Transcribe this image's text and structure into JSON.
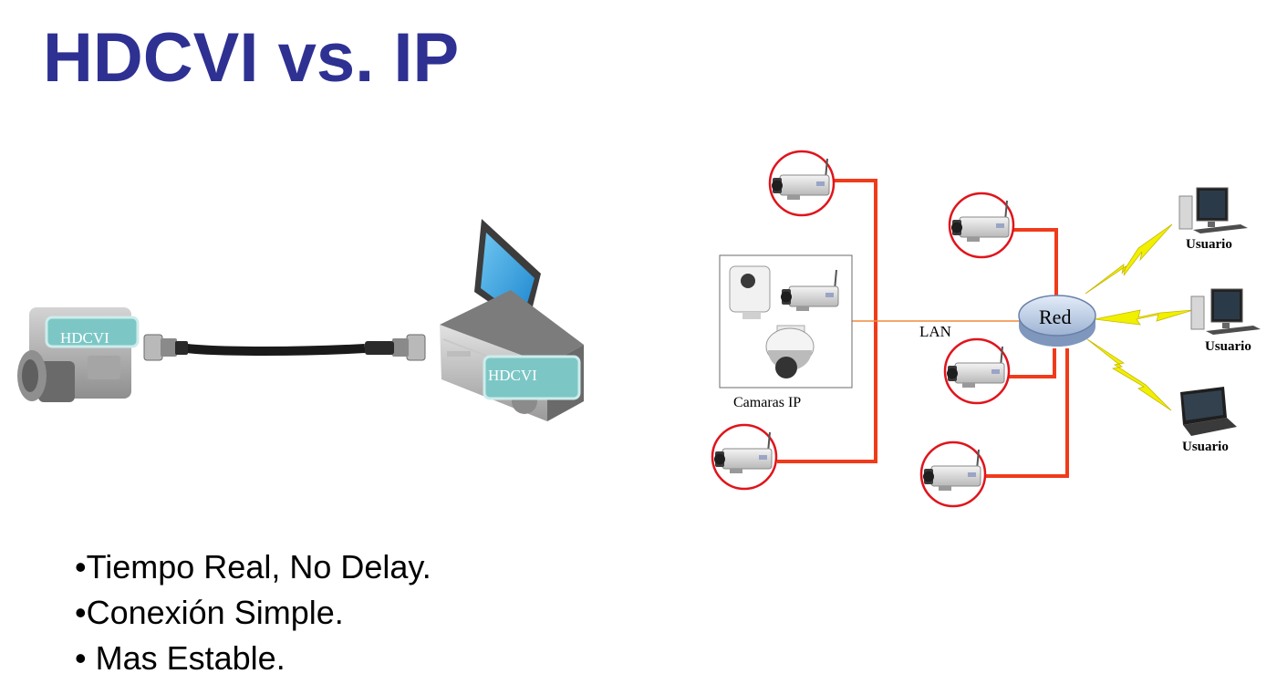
{
  "title": "HDCVI vs. IP",
  "hdcvi_diagram": {
    "camera_label": "HDCVI",
    "dvr_label": "HDCVI"
  },
  "ip_diagram": {
    "camera_group_label": "Camaras IP",
    "link_label": "LAN",
    "network_label": "Red",
    "users": [
      {
        "label": "Usuario",
        "device": "desktop"
      },
      {
        "label": "Usuario",
        "device": "desktop"
      },
      {
        "label": "Usuario",
        "device": "laptop"
      }
    ],
    "colors": {
      "connection_line": "#F03B1B",
      "camera_ring": "#E0141B",
      "lightning": "#F0F000",
      "lan_line": "#F08A3A"
    }
  },
  "bullets": [
    "•Tiempo Real, No Delay.",
    "•Conexión Simple.",
    "• Mas Estable."
  ]
}
